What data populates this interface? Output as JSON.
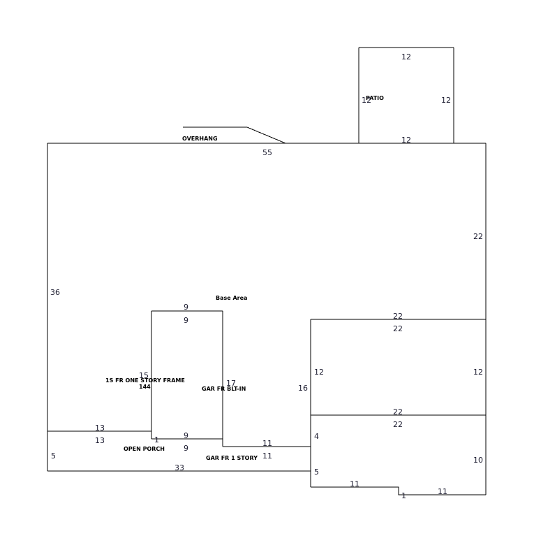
{
  "labels": {
    "patio": "PATIO",
    "overhang": "OVERHANG",
    "base_area": "Base Area",
    "one_story_frame": "1S FR  ONE STORY FRAME",
    "one_story_frame_area": "144",
    "gar_built_in": "GAR FR BLT-IN",
    "open_porch": "OPEN PORCH",
    "gar_one_story": "GAR FR 1 STORY"
  },
  "dimensions": {
    "patio_top": "12",
    "patio_left": "12",
    "patio_right": "12",
    "patio_bottom": "12",
    "base_top": "55",
    "base_right": "22",
    "base_left": "36",
    "frame_top_outer": "9",
    "frame_top_inner": "9",
    "frame_left": "15",
    "frame_right": "17",
    "frame_bottom_outer": "9",
    "frame_bottom_inner": "9",
    "frame_bottom_step": "1",
    "porch_top_outer": "13",
    "porch_top_inner": "13",
    "porch_left": "5",
    "porch_bottom": "33",
    "builtin_bottom_outer": "11",
    "builtin_bottom_inner": "11",
    "builtin_left": "16",
    "gar_upper_top_outer": "22",
    "gar_upper_top_inner": "22",
    "gar_upper_left": "12",
    "gar_upper_right": "12",
    "gar_mid_outer": "22",
    "gar_mid_inner": "22",
    "gar_lower_left_top": "4",
    "gar_lower_left_bottom": "5",
    "gar_lower_right": "10",
    "gar_lower_bottom_left": "11",
    "gar_lower_bottom_step": "1",
    "gar_lower_bottom_right": "11"
  }
}
